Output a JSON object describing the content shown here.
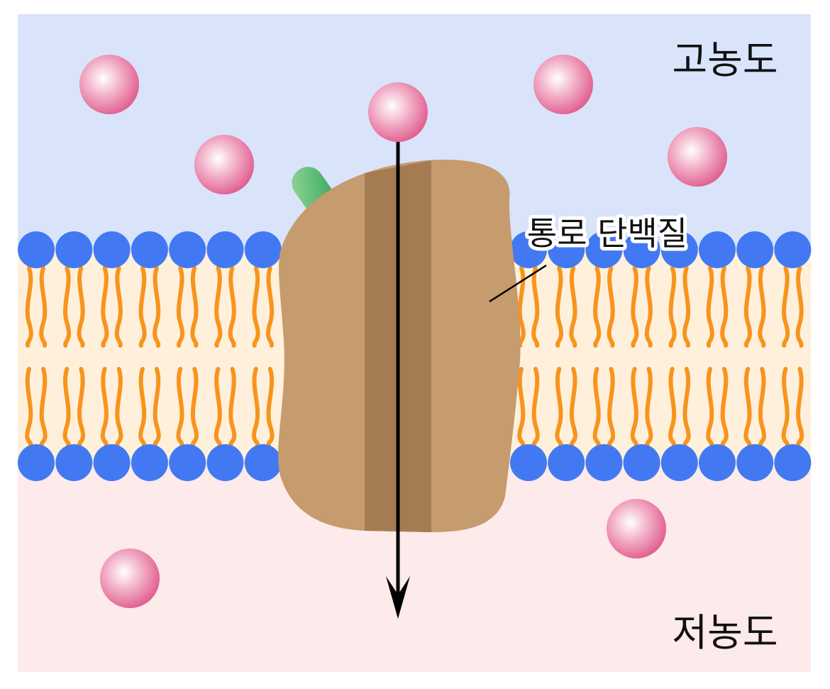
{
  "labels": {
    "high_concentration": "고농도",
    "low_concentration": "저농도",
    "channel_protein": "통로 단백질"
  },
  "colors": {
    "high_region": "#d9e4fb",
    "membrane_region": "#fff0dc",
    "low_region": "#fdeaea",
    "lipid_head": "#4279f2",
    "lipid_tail": "#f7941d",
    "protein": "#c69b6d",
    "protein_channel": "#a57c52",
    "receptor": "#4caf6e"
  }
}
